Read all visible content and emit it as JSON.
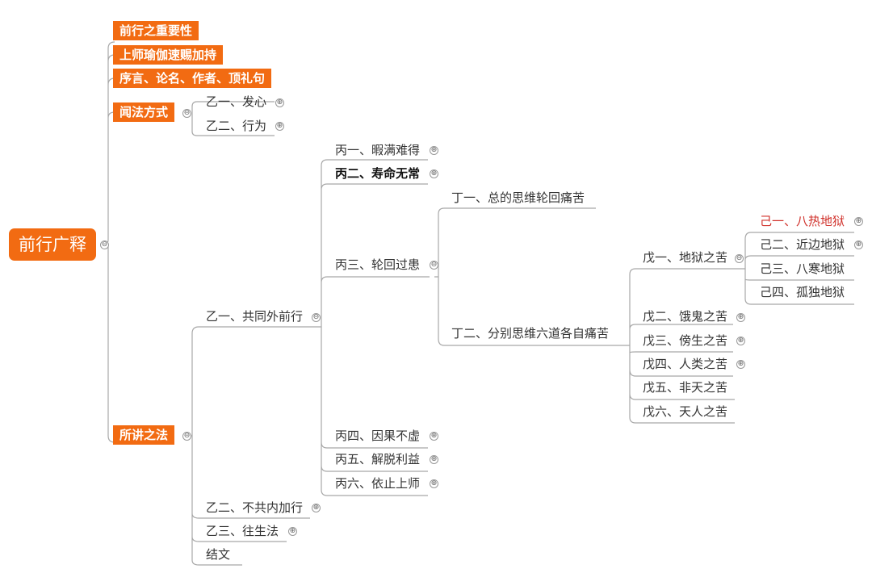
{
  "root": {
    "label": "前行广释"
  },
  "level1": [
    {
      "label": "前行之重要性"
    },
    {
      "label": "上师瑜伽速赐加持"
    },
    {
      "label": "序言、论名、作者、顶礼句"
    },
    {
      "label": "闻法方式"
    },
    {
      "label": "所讲之法"
    }
  ],
  "wenfa": [
    {
      "label": "乙一、发心"
    },
    {
      "label": "乙二、行为"
    }
  ],
  "suojiang": [
    {
      "label": "乙一、共同外前行"
    },
    {
      "label": "乙二、不共内加行"
    },
    {
      "label": "乙三、往生法"
    },
    {
      "label": "结文"
    }
  ],
  "bing": [
    {
      "label": "丙一、暇满难得"
    },
    {
      "label": "丙二、寿命无常"
    },
    {
      "label": "丙三、轮回过患"
    },
    {
      "label": "丙四、因果不虚"
    },
    {
      "label": "丙五、解脱利益"
    },
    {
      "label": "丙六、依止上师"
    }
  ],
  "ding": [
    {
      "label": "丁一、总的思维轮回痛苦"
    },
    {
      "label": "丁二、分别思维六道各自痛苦"
    }
  ],
  "wu": [
    {
      "label": "戊一、地狱之苦"
    },
    {
      "label": "戊二、饿鬼之苦"
    },
    {
      "label": "戊三、傍生之苦"
    },
    {
      "label": "戊四、人类之苦"
    },
    {
      "label": "戊五、非天之苦"
    },
    {
      "label": "戊六、天人之苦"
    }
  ],
  "ji": [
    {
      "label": "己一、八热地狱"
    },
    {
      "label": "己二、近边地狱"
    },
    {
      "label": "己三、八寒地狱"
    },
    {
      "label": "己四、孤独地狱"
    }
  ],
  "icons": {
    "expand": "⊕",
    "collapse": "⊖"
  },
  "colors": {
    "accent": "#f26b12",
    "line": "#a8a8a8",
    "highlight": "#d0302a"
  }
}
